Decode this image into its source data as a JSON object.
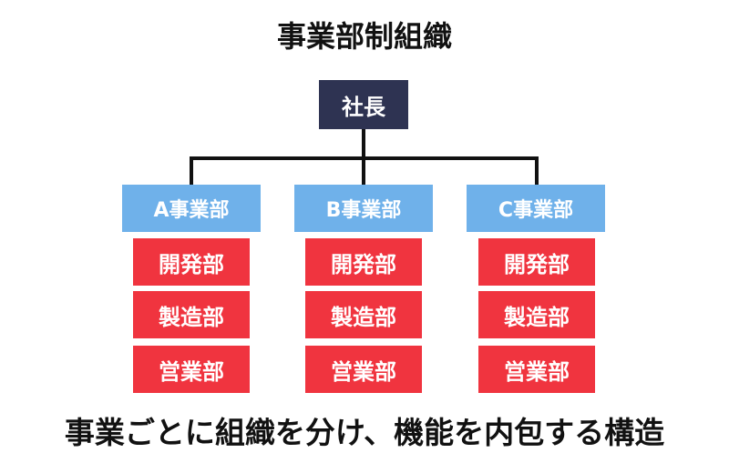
{
  "title": "事業部制組織",
  "president": "社長",
  "divisions": [
    {
      "label": "A事業部",
      "departments": [
        "開発部",
        "製造部",
        "営業部"
      ]
    },
    {
      "label": "B事業部",
      "departments": [
        "開発部",
        "製造部",
        "営業部"
      ]
    },
    {
      "label": "C事業部",
      "departments": [
        "開発部",
        "製造部",
        "営業部"
      ]
    }
  ],
  "caption": "事業ごとに組織を分け、機能を内包する構造",
  "colors": {
    "president": "#2e3352",
    "division": "#6fb1ea",
    "department": "#f0343f",
    "connector": "#111111"
  }
}
